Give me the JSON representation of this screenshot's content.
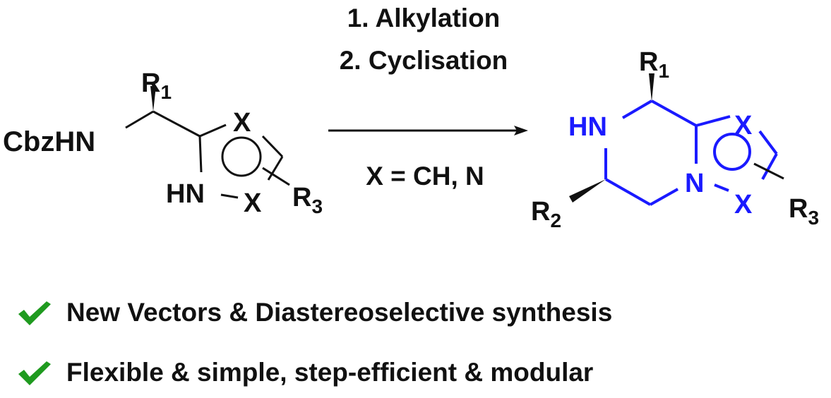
{
  "reaction": {
    "step1": "1. Alkylation",
    "step2": "2. Cyclisation",
    "condition": "X = CH, N"
  },
  "reactant": {
    "protecting_group": "CbzHN",
    "r1": "R",
    "r1_sub": "1",
    "r3": "R",
    "r3_sub": "3",
    "ring_nh": "HN",
    "x_top": "X",
    "x_bottom": "X"
  },
  "product": {
    "r1": "R",
    "r1_sub": "1",
    "r2": "R",
    "r2_sub": "2",
    "r3": "R",
    "r3_sub": "3",
    "nh": "HN",
    "n": "N",
    "x_top": "X",
    "x_bottom": "X"
  },
  "highlights": [
    {
      "icon": "check-icon",
      "text": "New Vectors & Diastereoselective synthesis"
    },
    {
      "icon": "check-icon",
      "text": "Flexible & simple, step-efficient & modular"
    }
  ],
  "colors": {
    "product": "#1a1aff",
    "check": "#1f9a1f",
    "text": "#111111"
  }
}
